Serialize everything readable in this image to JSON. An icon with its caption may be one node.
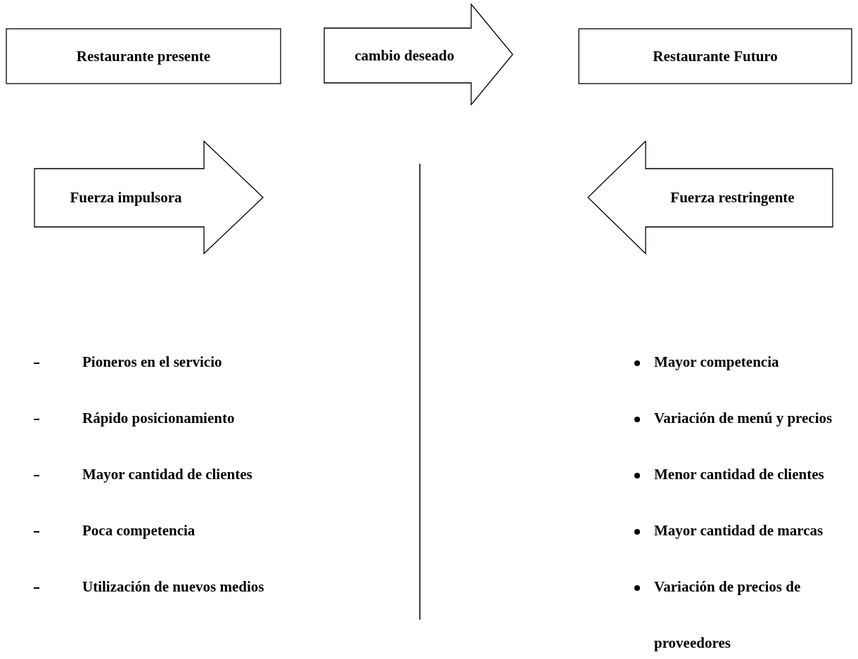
{
  "diagram": {
    "nodes": [
      {
        "text": [
          "Restaurante presente"
        ]
      },
      {
        "text": [
          "cambio deseado"
        ]
      },
      {
        "text": [
          "Restaurante Futuro"
        ]
      },
      {
        "text": [
          "Fuerza impulsora"
        ]
      },
      {
        "text": [
          "Fuerza restringente"
        ]
      }
    ],
    "labels": [
      "Pioneros en el servicio",
      "Mayor competencia",
      "Rápido posicionamiento",
      "Variación de menú y precios",
      "Mayor cantidad de clientes",
      "Menor cantidad de clientes",
      "Poca competencia",
      "Mayor cantidad de marcas",
      "Utilización de nuevos medios",
      "Variación de precios de proveedores"
    ]
  }
}
